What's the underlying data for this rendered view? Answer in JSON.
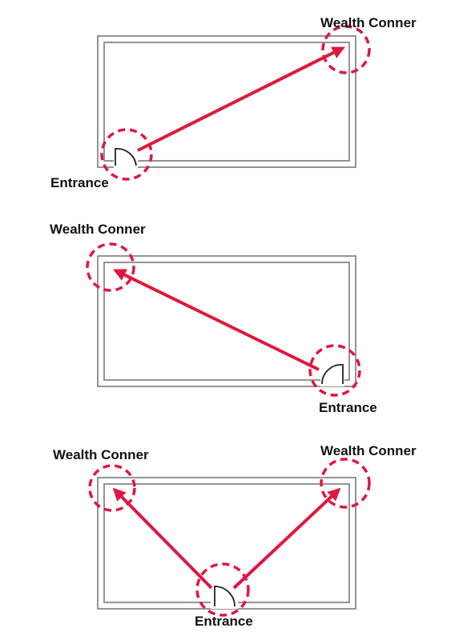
{
  "colors": {
    "accent": "#e0173e",
    "wall": "#7a7a7a",
    "text": "#111111"
  },
  "diagrams": [
    {
      "wealth_labels": [
        "Wealth Conner"
      ],
      "entrance_label": "Entrance"
    },
    {
      "wealth_labels": [
        "Wealth Conner"
      ],
      "entrance_label": "Entrance"
    },
    {
      "wealth_labels": [
        "Wealth Conner",
        "Wealth Conner"
      ],
      "entrance_label": "Entrance"
    }
  ]
}
